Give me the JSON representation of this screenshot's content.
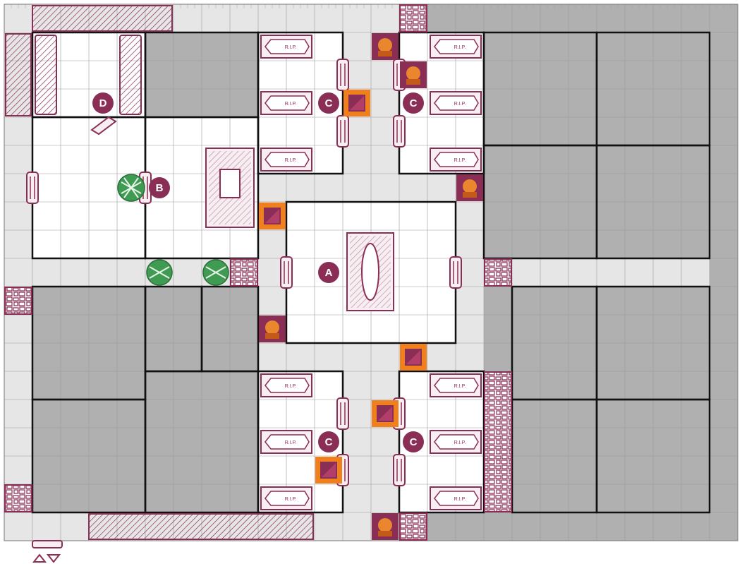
{
  "map": {
    "title": "",
    "room_labels": [
      {
        "id": "A",
        "text": "A"
      },
      {
        "id": "B",
        "text": "B"
      },
      {
        "id": "C1",
        "text": "C"
      },
      {
        "id": "C2",
        "text": "C"
      },
      {
        "id": "C3",
        "text": "C"
      },
      {
        "id": "C4",
        "text": "C"
      },
      {
        "id": "D",
        "text": "D"
      }
    ],
    "coffin_label": "R.I.P.",
    "colors": {
      "floor_open": "#ffffff",
      "corridor": "#e6e6e6",
      "solid_rock": "#b0b0b0",
      "wall": "#111111",
      "grid": "#9a9a9a",
      "furniture": "#8b2e55",
      "furniture_fill": "#f7eef2",
      "trap": "#f07f1e",
      "monster": "#3f9a52",
      "label_bg": "#8b2e55"
    },
    "icons": [
      "coffin-icon",
      "door-icon",
      "tomb-icon",
      "trap-icon",
      "rubble-icon",
      "gargoyle-icon",
      "spider-icon",
      "stairs-icon",
      "bookshelf-icon",
      "weapon-rack-icon",
      "falling-block-icon"
    ]
  }
}
